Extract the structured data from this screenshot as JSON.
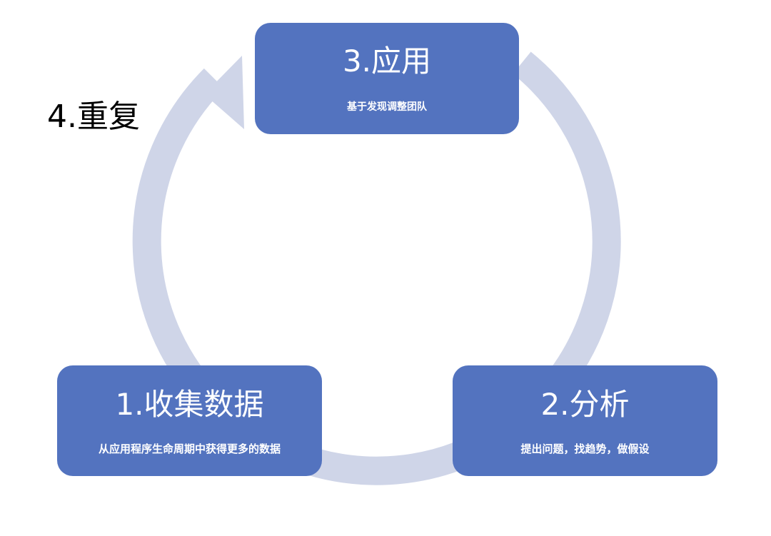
{
  "diagram": {
    "steps": [
      {
        "title": "1.收集数据",
        "description": "从应用程序生命周期中获得更多的数据"
      },
      {
        "title": "2.分析",
        "description": "提出问题，找趋势，做假设"
      },
      {
        "title": "3.应用",
        "description": "基于发现调整团队"
      }
    ],
    "repeat_label": "4.重复"
  },
  "colors": {
    "box_fill": "#5373bf",
    "cycle_arrow": "#cfd5e8",
    "box_text": "#ffffff",
    "label_text": "#000000"
  }
}
